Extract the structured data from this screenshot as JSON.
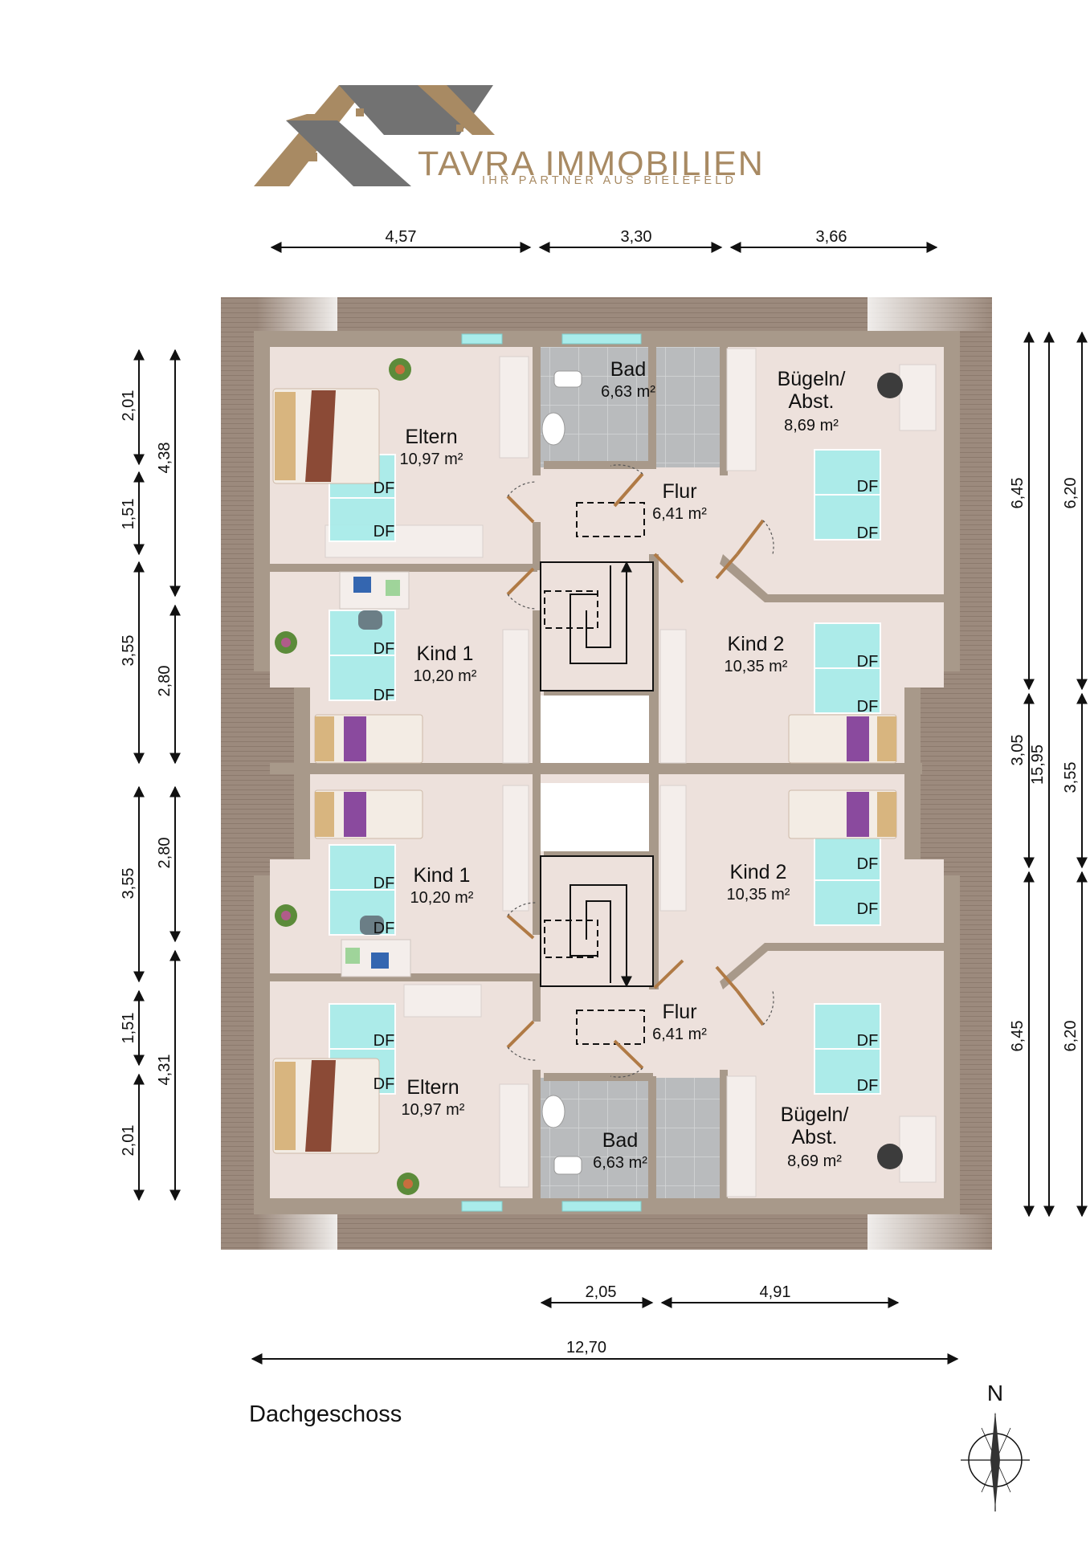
{
  "brand": {
    "name": "TAVRA IMMOBILIEN",
    "tagline": "IHR PARTNER AUS BIELEFELD",
    "colors": {
      "gold": "#a88a63",
      "roof_gray": "#727272"
    }
  },
  "floor": {
    "label": "Dachgeschoss"
  },
  "compass": {
    "north_label": "N"
  },
  "colors": {
    "wall": "#a8998a",
    "room_floor": "#ede1dc",
    "bath_tile": "#b9bbbd",
    "skylight": "#a9ecea",
    "roof_slope": "#9c8a7d"
  },
  "rooms": [
    {
      "id": "eltern-top",
      "name": "Eltern",
      "area": "10,97 m²"
    },
    {
      "id": "bad-top",
      "name": "Bad",
      "area": "6,63 m²"
    },
    {
      "id": "buegeln-top",
      "name": "Bügeln/\nAbst.",
      "name_lines": [
        "Bügeln/",
        "Abst."
      ],
      "area": "8,69 m²"
    },
    {
      "id": "flur-top",
      "name": "Flur",
      "area": "6,41 m²"
    },
    {
      "id": "kind1-top",
      "name": "Kind 1",
      "area": "10,20 m²"
    },
    {
      "id": "kind2-top",
      "name": "Kind 2",
      "area": "10,35 m²"
    },
    {
      "id": "kind1-bottom",
      "name": "Kind 1",
      "area": "10,20 m²"
    },
    {
      "id": "kind2-bottom",
      "name": "Kind 2",
      "area": "10,35 m²"
    },
    {
      "id": "flur-bottom",
      "name": "Flur",
      "area": "6,41 m²"
    },
    {
      "id": "eltern-bottom",
      "name": "Eltern",
      "area": "10,97 m²"
    },
    {
      "id": "bad-bottom",
      "name": "Bad",
      "area": "6,63 m²"
    },
    {
      "id": "buegeln-bottom",
      "name": "Bügeln/\nAbst.",
      "name_lines": [
        "Bügeln/",
        "Abst."
      ],
      "area": "8,69 m²"
    }
  ],
  "skylight_label": "DF",
  "dimensions": {
    "top": [
      "4,57",
      "3,30",
      "3,66"
    ],
    "bottom": [
      "2,05",
      "4,91"
    ],
    "overall_width": "12,70",
    "left_inner": [
      "2,01",
      "1,51",
      "3,55",
      "3,55",
      "1,51",
      "2,01"
    ],
    "left_outer": [
      "4,38",
      "2,80",
      "2,80",
      "4,31"
    ],
    "right_inner": [
      "6,45",
      "3,05",
      "6,45"
    ],
    "right_middle": "15,95",
    "right_outer": [
      "6,20",
      "3,55",
      "6,20"
    ]
  }
}
